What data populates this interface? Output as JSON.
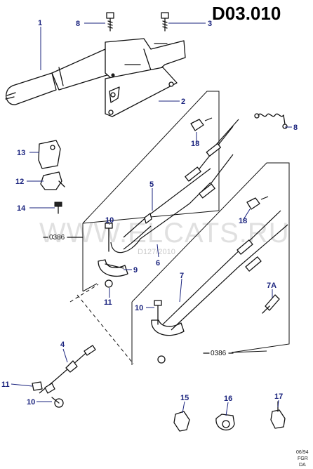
{
  "diagram": {
    "code": "D03.010",
    "watermark": "WWW.ELCATS.RU",
    "watermark_sub": "D127/2010",
    "stamp": {
      "date": "06/94",
      "market": "FGR",
      "lang": "DA"
    },
    "callouts": {
      "c1": "1",
      "c2": "2",
      "c3": "3",
      "c4": "4",
      "c5": "5",
      "c6": "6",
      "c7": "7",
      "c7a": "7A",
      "c8a": "8",
      "c8b": "8",
      "c9": "9",
      "c10a": "10",
      "c10b": "10",
      "c10c": "10",
      "c11a": "11",
      "c11b": "11",
      "c12": "12",
      "c13": "13",
      "c14": "14",
      "c15": "15",
      "c16": "16",
      "c17": "17",
      "c18a": "18",
      "c18b": "18"
    },
    "refs": {
      "r1": "0386",
      "r2": "0386"
    }
  }
}
